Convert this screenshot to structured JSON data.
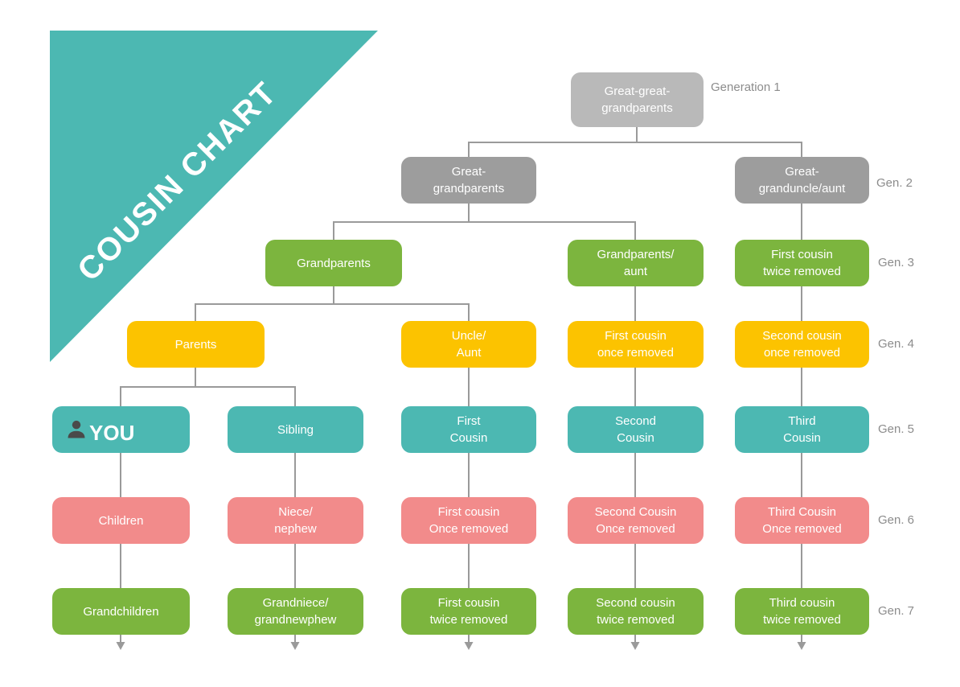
{
  "title": "COUSIN CHART",
  "generation_labels": [
    "Generation 1",
    "Gen. 2",
    "Gen. 3",
    "Gen. 4",
    "Gen. 5",
    "Gen. 6",
    "Gen. 7"
  ],
  "boxes": {
    "great_great_grandparents": "Great-great-\ngrandparents",
    "great_grandparents": "Great-\ngrandparents",
    "great_granduncle_aunt": "Great-\ngranduncle/aunt",
    "grandparents": "Grandparents",
    "grandparents_aunt": "Grandparents/\naunt",
    "first_cousin_twice_removed_g3": "First cousin\ntwice removed",
    "parents": "Parents",
    "uncle_aunt": "Uncle/\nAunt",
    "first_cousin_once_removed_g4": "First cousin\nonce removed",
    "second_cousin_once_removed_g4": "Second cousin\nonce removed",
    "you": "YOU",
    "sibling": "Sibling",
    "first_cousin": "First\nCousin",
    "second_cousin": "Second\nCousin",
    "third_cousin": "Third\nCousin",
    "children": "Children",
    "niece_nephew": "Niece/\nnephew",
    "first_cousin_once_removed_g6": "First cousin\nOnce removed",
    "second_cousin_once_removed_g6": "Second Cousin\nOnce removed",
    "third_cousin_once_removed": "Third Cousin\nOnce removed",
    "grandchildren": "Grandchildren",
    "grandniece_grandnephew": "Grandniece/\ngrandnewphew",
    "first_cousin_twice_removed_g7": "First cousin\ntwice removed",
    "second_cousin_twice_removed": "Second cousin\ntwice removed",
    "third_cousin_twice_removed": "Third cousin\ntwice removed"
  },
  "colors": {
    "teal": "#4cb8b2",
    "gray_gen1": "#b9b9b9",
    "gray_gen2": "#9d9d9d",
    "green": "#7cb53e",
    "yellow": "#fcc300",
    "pink": "#f28b8b",
    "connector_gray": "#9a9a9a",
    "label_gray": "#8c8c8c"
  }
}
